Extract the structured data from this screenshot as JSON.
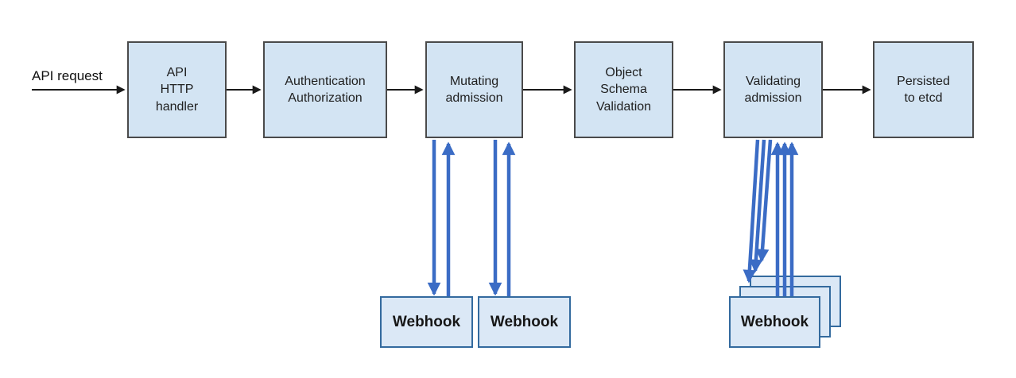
{
  "colors": {
    "node_fill": "#d3e4f3",
    "node_border": "#4a4a4a",
    "webhook_fill": "#dbe8f6",
    "webhook_border": "#336a9e",
    "arrow_black": "#1a1a1a",
    "arrow_blue": "#3b6cc5",
    "text": "#1f1f1f",
    "background": "#ffffff"
  },
  "flow": {
    "request_label": "API request"
  },
  "nodes": [
    {
      "id": "api-http-handler",
      "label": "API\nHTTP\nhandler"
    },
    {
      "id": "authentication-authorization",
      "label": "Authentication\nAuthorization"
    },
    {
      "id": "mutating-admission",
      "label": "Mutating\nadmission"
    },
    {
      "id": "object-schema-validation",
      "label": "Object\nSchema\nValidation"
    },
    {
      "id": "validating-admission",
      "label": "Validating\nadmission"
    },
    {
      "id": "persisted-to-etcd",
      "label": "Persisted\nto etcd"
    }
  ],
  "webhooks": {
    "mutating": [
      {
        "label": "Webhook"
      },
      {
        "label": "Webhook"
      }
    ],
    "validating": {
      "front_label": "Webhook",
      "stacked_count": 3
    }
  }
}
